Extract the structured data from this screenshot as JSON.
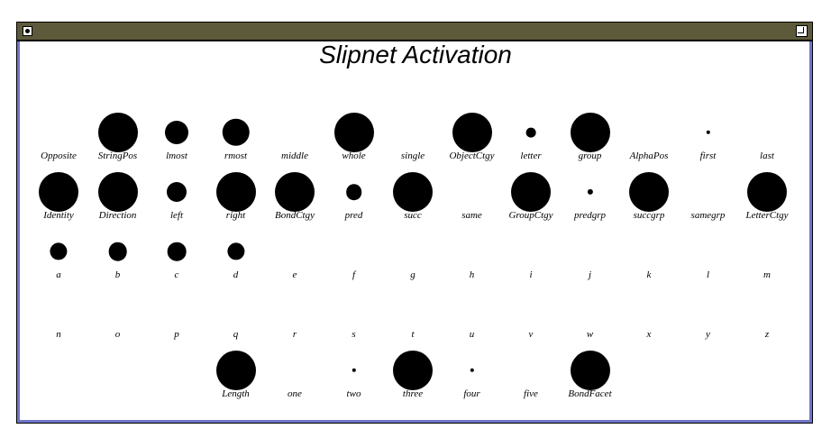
{
  "window": {
    "title": "Slipnet Activation"
  },
  "chart_data": {
    "type": "grid",
    "title": "Slipnet Activation",
    "columns": 13,
    "max_activation": 100,
    "rows": [
      [
        {
          "label": "Opposite",
          "activation": 0
        },
        {
          "label": "StringPos",
          "activation": 100
        },
        {
          "label": "lmost",
          "activation": 35
        },
        {
          "label": "rmost",
          "activation": 48
        },
        {
          "label": "middle",
          "activation": 0
        },
        {
          "label": "whole",
          "activation": 100
        },
        {
          "label": "single",
          "activation": 0
        },
        {
          "label": "ObjectCtgy",
          "activation": 100
        },
        {
          "label": "letter",
          "activation": 6
        },
        {
          "label": "group",
          "activation": 100
        },
        {
          "label": "AlphaPos",
          "activation": 0
        },
        {
          "label": "first",
          "activation": 1
        },
        {
          "label": "last",
          "activation": 0
        }
      ],
      [
        {
          "label": "Identity",
          "activation": 100
        },
        {
          "label": "Direction",
          "activation": 100
        },
        {
          "label": "left",
          "activation": 25
        },
        {
          "label": "right",
          "activation": 100
        },
        {
          "label": "BondCtgy",
          "activation": 100
        },
        {
          "label": "pred",
          "activation": 16
        },
        {
          "label": "succ",
          "activation": 100
        },
        {
          "label": "same",
          "activation": 0
        },
        {
          "label": "GroupCtgy",
          "activation": 100
        },
        {
          "label": "predgrp",
          "activation": 2
        },
        {
          "label": "succgrp",
          "activation": 100
        },
        {
          "label": "samegrp",
          "activation": 0
        },
        {
          "label": "LetterCtgy",
          "activation": 100
        }
      ],
      [
        {
          "label": "a",
          "activation": 19
        },
        {
          "label": "b",
          "activation": 22
        },
        {
          "label": "c",
          "activation": 22
        },
        {
          "label": "d",
          "activation": 19
        },
        {
          "label": "e",
          "activation": 0
        },
        {
          "label": "f",
          "activation": 0
        },
        {
          "label": "g",
          "activation": 0
        },
        {
          "label": "h",
          "activation": 0
        },
        {
          "label": "i",
          "activation": 0
        },
        {
          "label": "j",
          "activation": 0
        },
        {
          "label": "k",
          "activation": 0
        },
        {
          "label": "l",
          "activation": 0
        },
        {
          "label": "m",
          "activation": 0
        }
      ],
      [
        {
          "label": "n",
          "activation": 0
        },
        {
          "label": "o",
          "activation": 0
        },
        {
          "label": "p",
          "activation": 0
        },
        {
          "label": "q",
          "activation": 0
        },
        {
          "label": "r",
          "activation": 0
        },
        {
          "label": "s",
          "activation": 0
        },
        {
          "label": "t",
          "activation": 0
        },
        {
          "label": "u",
          "activation": 0
        },
        {
          "label": "v",
          "activation": 0
        },
        {
          "label": "w",
          "activation": 0
        },
        {
          "label": "x",
          "activation": 0
        },
        {
          "label": "y",
          "activation": 0
        },
        {
          "label": "z",
          "activation": 0
        }
      ],
      [
        {
          "label": "",
          "activation": 0
        },
        {
          "label": "",
          "activation": 0
        },
        {
          "label": "",
          "activation": 0
        },
        {
          "label": "Length",
          "activation": 100
        },
        {
          "label": "one",
          "activation": 0
        },
        {
          "label": "two",
          "activation": 1
        },
        {
          "label": "three",
          "activation": 100
        },
        {
          "label": "four",
          "activation": 1
        },
        {
          "label": "five",
          "activation": 0
        },
        {
          "label": "BondFacet",
          "activation": 100
        },
        {
          "label": "",
          "activation": 0
        },
        {
          "label": "",
          "activation": 0
        },
        {
          "label": "",
          "activation": 0
        }
      ]
    ]
  }
}
